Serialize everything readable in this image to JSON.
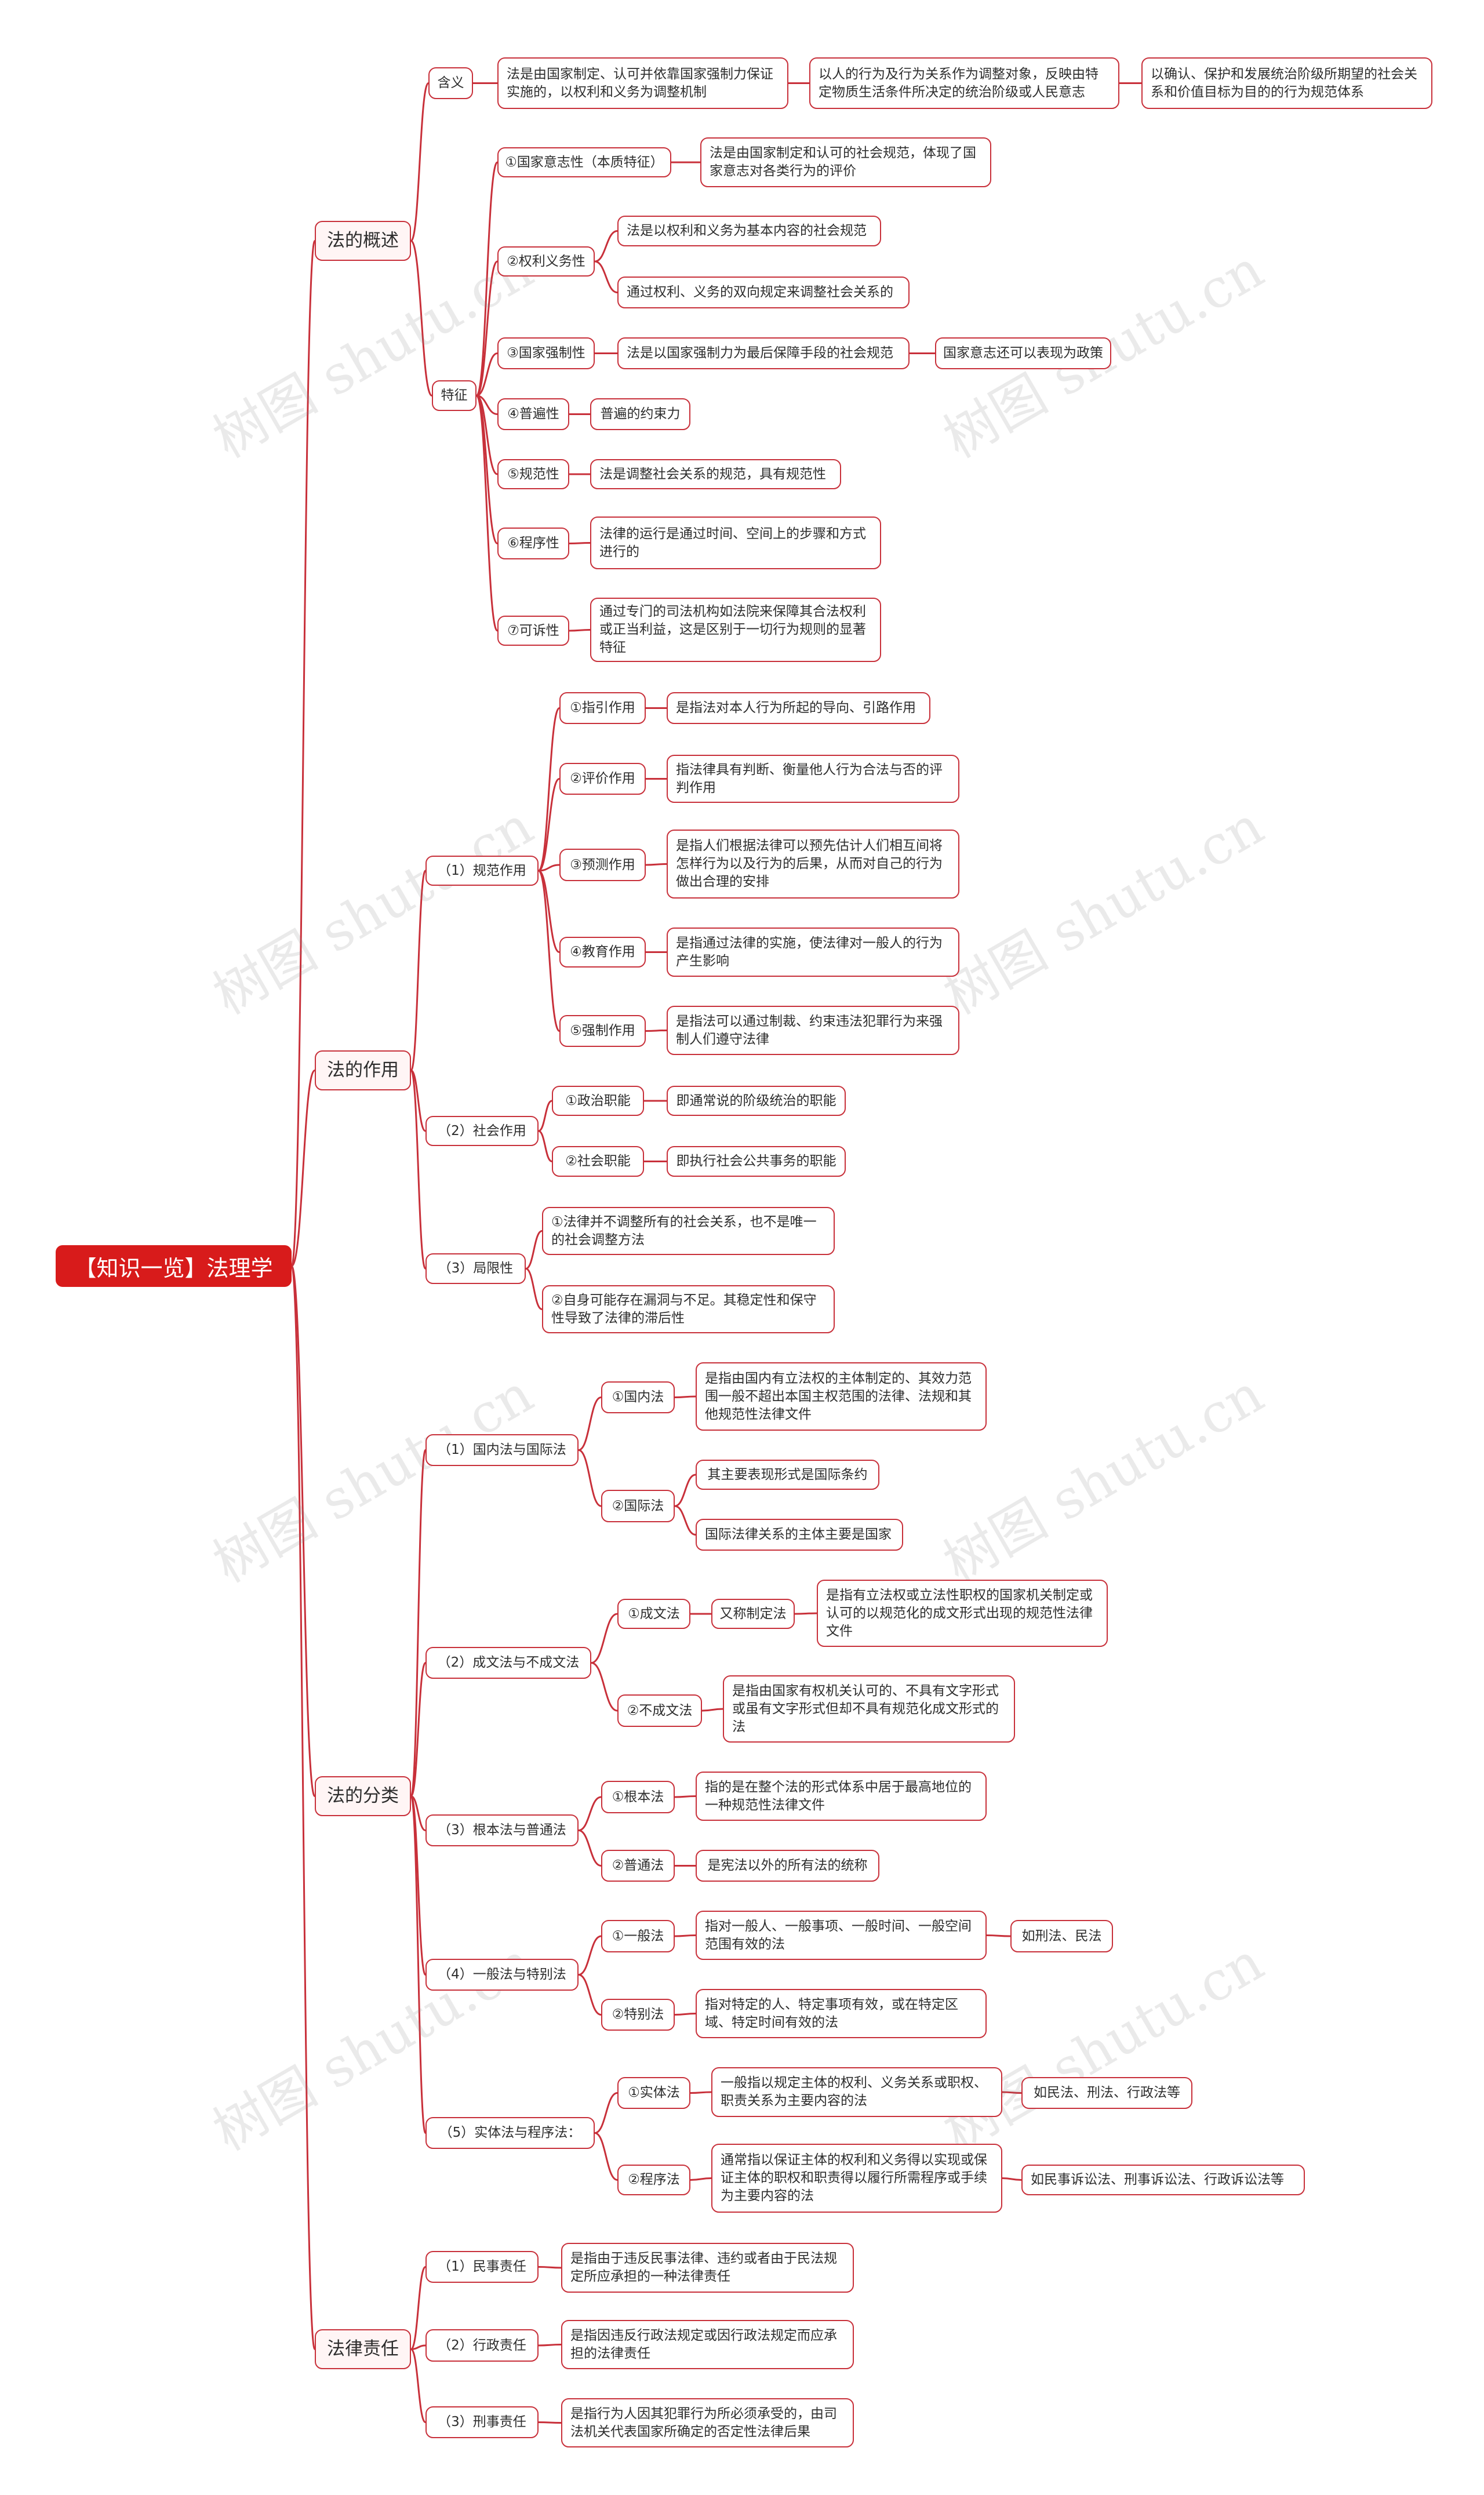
{
  "root": "【知识一览】法理学",
  "watermark": "树图 shutu.cn",
  "colors": {
    "accent": "#d81b1b",
    "line": "#c8303a",
    "node_border": "#c8303a"
  },
  "branches": [
    {
      "label": "法的概述",
      "children": [
        {
          "label": "含义",
          "children": [
            {
              "label": "法是由国家制定、认可并依靠国家强制力保证实施的，以权利和义务为调整机制",
              "children": [
                {
                  "label": "以人的行为及行为关系作为调整对象，反映由特定物质生活条件所决定的统治阶级或人民意志",
                  "children": [
                    {
                      "label": "以确认、保护和发展统治阶级所期望的社会关系和价值目标为目的的行为规范体系"
                    }
                  ]
                }
              ]
            }
          ]
        },
        {
          "label": "特征",
          "children": [
            {
              "label": "①国家意志性（本质特征）",
              "children": [
                {
                  "label": "法是由国家制定和认可的社会规范，体现了国家意志对各类行为的评价"
                }
              ]
            },
            {
              "label": "②权利义务性",
              "children": [
                {
                  "label": "法是以权利和义务为基本内容的社会规范"
                },
                {
                  "label": "通过权利、义务的双向规定来调整社会关系的"
                }
              ]
            },
            {
              "label": "③国家强制性",
              "children": [
                {
                  "label": "法是以国家强制力为最后保障手段的社会规范",
                  "children": [
                    {
                      "label": "国家意志还可以表现为政策"
                    }
                  ]
                }
              ]
            },
            {
              "label": "④普遍性",
              "children": [
                {
                  "label": "普遍的约束力"
                }
              ]
            },
            {
              "label": "⑤规范性",
              "children": [
                {
                  "label": "法是调整社会关系的规范，具有规范性"
                }
              ]
            },
            {
              "label": "⑥程序性",
              "children": [
                {
                  "label": "法律的运行是通过时间、空间上的步骤和方式进行的"
                }
              ]
            },
            {
              "label": "⑦可诉性",
              "children": [
                {
                  "label": "通过专门的司法机构如法院来保障其合法权利或正当利益，这是区别于一切行为规则的显著特征"
                }
              ]
            }
          ]
        }
      ]
    },
    {
      "label": "法的作用",
      "children": [
        {
          "label": "（1）规范作用",
          "children": [
            {
              "label": "①指引作用",
              "children": [
                {
                  "label": "是指法对本人行为所起的导向、引路作用"
                }
              ]
            },
            {
              "label": "②评价作用",
              "children": [
                {
                  "label": "指法律具有判断、衡量他人行为合法与否的评判作用"
                }
              ]
            },
            {
              "label": "③预测作用",
              "children": [
                {
                  "label": "是指人们根据法律可以预先估计人们相互间将怎样行为以及行为的后果，从而对自己的行为做出合理的安排"
                }
              ]
            },
            {
              "label": "④教育作用",
              "children": [
                {
                  "label": "是指通过法律的实施，使法律对一般人的行为产生影响"
                }
              ]
            },
            {
              "label": "⑤强制作用",
              "children": [
                {
                  "label": "是指法可以通过制裁、约束违法犯罪行为来强制人们遵守法律"
                }
              ]
            }
          ]
        },
        {
          "label": "（2）社会作用",
          "children": [
            {
              "label": "①政治职能",
              "children": [
                {
                  "label": "即通常说的阶级统治的职能"
                }
              ]
            },
            {
              "label": "②社会职能",
              "children": [
                {
                  "label": "即执行社会公共事务的职能"
                }
              ]
            }
          ]
        },
        {
          "label": "（3）局限性",
          "children": [
            {
              "label": "①法律并不调整所有的社会关系，也不是唯一的社会调整方法"
            },
            {
              "label": "②自身可能存在漏洞与不足。其稳定性和保守性导致了法律的滞后性"
            }
          ]
        }
      ]
    },
    {
      "label": "法的分类",
      "children": [
        {
          "label": "（1）国内法与国际法",
          "children": [
            {
              "label": "①国内法",
              "children": [
                {
                  "label": "是指由国内有立法权的主体制定的、其效力范围一般不超出本国主权范围的法律、法规和其他规范性法律文件"
                }
              ]
            },
            {
              "label": "②国际法",
              "children": [
                {
                  "label": "其主要表现形式是国际条约"
                },
                {
                  "label": "国际法律关系的主体主要是国家"
                }
              ]
            }
          ]
        },
        {
          "label": "（2）成文法与不成文法",
          "children": [
            {
              "label": "①成文法",
              "children": [
                {
                  "label": "又称制定法",
                  "children": [
                    {
                      "label": "是指有立法权或立法性职权的国家机关制定或认可的以规范化的成文形式出现的规范性法律文件"
                    }
                  ]
                }
              ]
            },
            {
              "label": "②不成文法",
              "children": [
                {
                  "label": "是指由国家有权机关认可的、不具有文字形式或虽有文字形式但却不具有规范化成文形式的法"
                }
              ]
            }
          ]
        },
        {
          "label": "（3）根本法与普通法",
          "children": [
            {
              "label": "①根本法",
              "children": [
                {
                  "label": "指的是在整个法的形式体系中居于最高地位的一种规范性法律文件"
                }
              ]
            },
            {
              "label": "②普通法",
              "children": [
                {
                  "label": "是宪法以外的所有法的统称"
                }
              ]
            }
          ]
        },
        {
          "label": "（4）一般法与特别法",
          "children": [
            {
              "label": "①一般法",
              "children": [
                {
                  "label": "指对一般人、一般事项、一般时间、一般空间范围有效的法",
                  "children": [
                    {
                      "label": "如刑法、民法"
                    }
                  ]
                }
              ]
            },
            {
              "label": "②特别法",
              "children": [
                {
                  "label": "指对特定的人、特定事项有效，或在特定区域、特定时间有效的法"
                }
              ]
            }
          ]
        },
        {
          "label": "（5）实体法与程序法：",
          "children": [
            {
              "label": "①实体法",
              "children": [
                {
                  "label": "一般指以规定主体的权利、义务关系或职权、职责关系为主要内容的法",
                  "children": [
                    {
                      "label": "如民法、刑法、行政法等"
                    }
                  ]
                }
              ]
            },
            {
              "label": "②程序法",
              "children": [
                {
                  "label": "通常指以保证主体的权利和义务得以实现或保证主体的职权和职责得以履行所需程序或手续为主要内容的法",
                  "children": [
                    {
                      "label": "如民事诉讼法、刑事诉讼法、行政诉讼法等"
                    }
                  ]
                }
              ]
            }
          ]
        }
      ]
    },
    {
      "label": "法律责任",
      "children": [
        {
          "label": "（1）民事责任",
          "children": [
            {
              "label": "是指由于违反民事法律、违约或者由于民法规定所应承担的一种法律责任"
            }
          ]
        },
        {
          "label": "（2）行政责任",
          "children": [
            {
              "label": "是指因违反行政法规定或因行政法规定而应承担的法律责任"
            }
          ]
        },
        {
          "label": "（3）刑事责任",
          "children": [
            {
              "label": "是指行为人因其犯罪行为所必须承受的，由司法机关代表国家所确定的否定性法律后果"
            }
          ]
        }
      ]
    }
  ]
}
